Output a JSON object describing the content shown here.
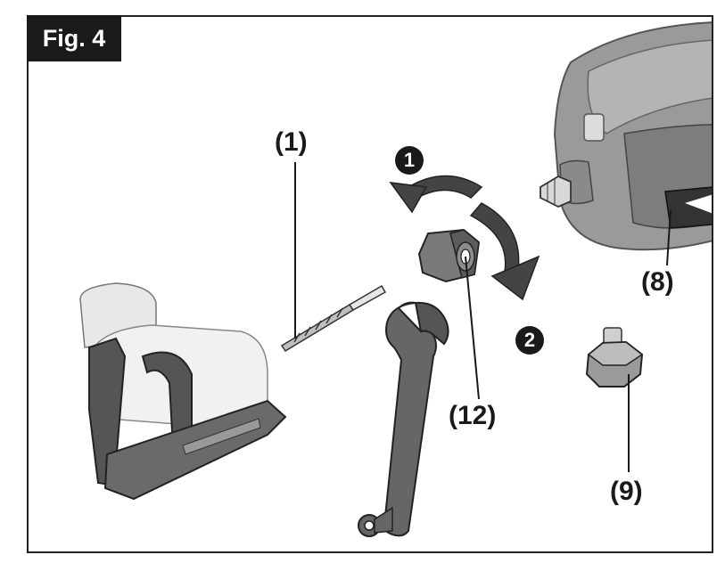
{
  "figure": {
    "label": "Fig. 4"
  },
  "callouts": {
    "c1": "(1)",
    "c8": "(8)",
    "c9": "(9)",
    "c12": "(12)"
  },
  "steps": {
    "s1": "1",
    "s2": "2"
  }
}
